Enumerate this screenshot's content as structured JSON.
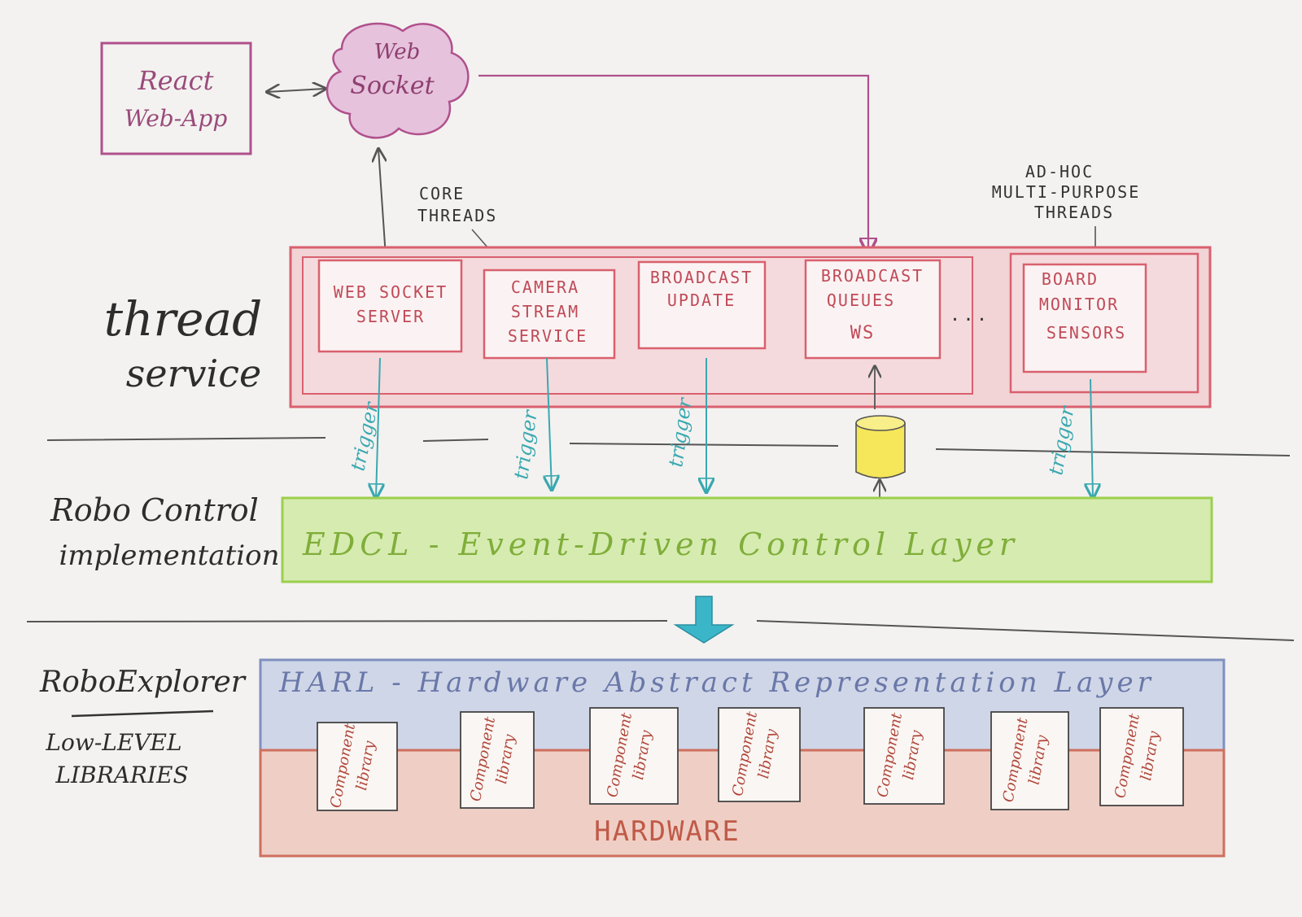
{
  "colors": {
    "paper": "#f3f2f0",
    "thread_red": "#d9606e",
    "thread_fill": "#f2d3d6",
    "websocket_purple": "#b0508c",
    "websocket_fill": "#e6c2dc",
    "edcl_green": "#9ccf4e",
    "edcl_fill": "#d6ebb0",
    "harl_blue": "#7f90bf",
    "harl_fill": "#cfd6e8",
    "hardware_red": "#cf6f5f",
    "hardware_fill": "#efcfc5",
    "trigger_teal": "#3aa8b0",
    "queue_yellow": "#f5e65a",
    "arrow_cyan": "#3ab6c8"
  },
  "react_app": {
    "line1": "React",
    "line2": "Web-App"
  },
  "websocket_cloud": {
    "line1": "Web",
    "line2": "Socket"
  },
  "core_threads_label": {
    "line1": "CORE",
    "line2": "THREADS"
  },
  "adhoc_label": {
    "line1": "AD-HOC",
    "line2": "MULTI-PURPOSE",
    "line3": "THREADS"
  },
  "layer_labels": {
    "thread_service": {
      "line1": "thread",
      "line2": "service"
    },
    "robo_control": {
      "line1": "Robo Control",
      "line2": "implementation"
    },
    "roboexplorer": "RoboExplorer",
    "low_level": {
      "line1": "Low-LEVEL",
      "line2": "LIBRARIES"
    }
  },
  "threads": [
    {
      "line1": "WEB SOCKET",
      "line2": "SERVER",
      "line3": ""
    },
    {
      "line1": "CAMERA",
      "line2": "STREAM",
      "line3": "SERVICE"
    },
    {
      "line1": "BROADCAST",
      "line2": "UPDATE",
      "line3": ""
    },
    {
      "line1": "BROADCAST",
      "line2": "QUEUES",
      "line3": "WS"
    },
    {
      "line1": "BOARD",
      "line2": "MONITOR",
      "line3": "SENSORS"
    }
  ],
  "ellipsis": ". . .",
  "trigger_label": "trigger",
  "edcl_label": "EDCL - Event-Driven Control Layer",
  "harl_label": "HARL - Hardware Abstract Representation Layer",
  "hardware_label": "HARDWARE",
  "component_library": {
    "line1": "Component",
    "line2": "library"
  },
  "component_count": 7
}
